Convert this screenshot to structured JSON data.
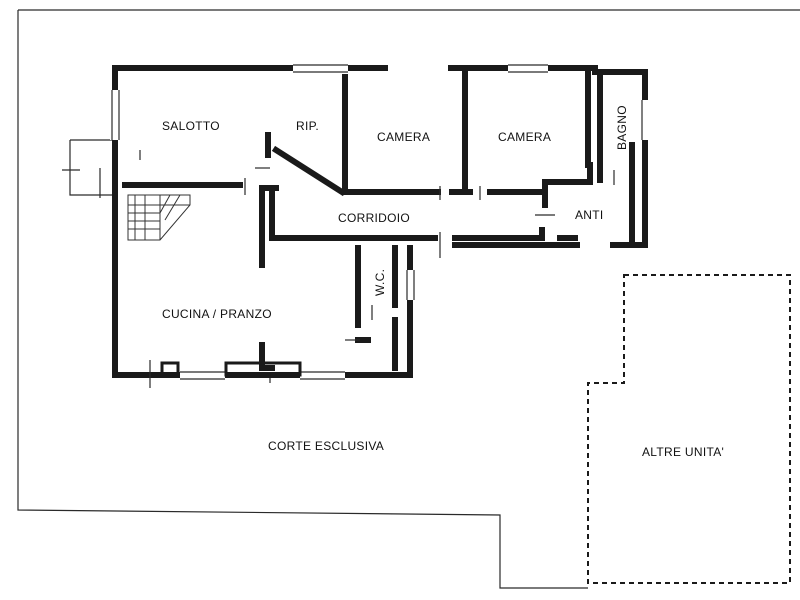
{
  "rooms": {
    "salotto": "SALOTTO",
    "ripostiglio": "RIP.",
    "camera_1": "CAMERA",
    "camera_2": "CAMERA",
    "bagno": "BAGNO",
    "corridoio": "CORRIDOIO",
    "anti": "ANTI",
    "wc": "W.C.",
    "cucina_pranzo": "CUCINA / PRANZO"
  },
  "areas": {
    "corte": "CORTE ESCLUSIVA",
    "altre_unita": "ALTRE UNITA'"
  }
}
